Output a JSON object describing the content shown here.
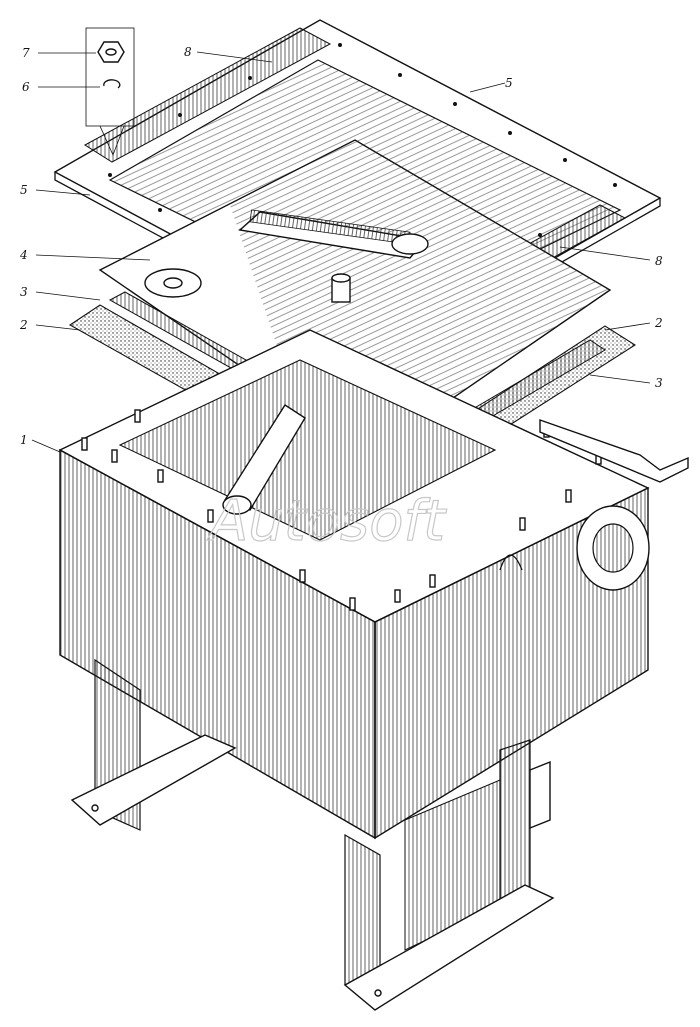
{
  "callouts": [
    {
      "id": "c7-left",
      "label": "7"
    },
    {
      "id": "c6-left",
      "label": "6"
    },
    {
      "id": "c8-top",
      "label": "8"
    },
    {
      "id": "c5-top",
      "label": "5"
    },
    {
      "id": "c5-left",
      "label": "5"
    },
    {
      "id": "c4-left",
      "label": "4"
    },
    {
      "id": "c3-left",
      "label": "3"
    },
    {
      "id": "c2-left",
      "label": "2"
    },
    {
      "id": "c1-left",
      "label": "1"
    },
    {
      "id": "c8-right",
      "label": "8"
    },
    {
      "id": "c2-right",
      "label": "2"
    },
    {
      "id": "c3-right",
      "label": "3"
    }
  ],
  "watermark": "Autosoft"
}
